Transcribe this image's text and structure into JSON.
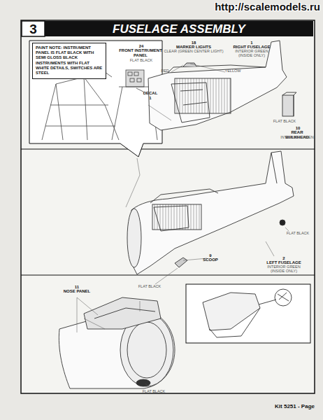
{
  "diagram": {
    "title": "FUSELAGE ASSEMBLY",
    "nodes": [
      {
        "text": [
          "PAINT NOTE: INSTRUMENT PANEL IS FLAT BLACK WITH SEMI GLOSS BLACK INSTRUMENTS WITH FLAT WHITE DETAILS, SWITCHES ARE STEEL"
        ]
      }
    ],
    "labels": [
      "http://scalemodels.ru",
      "3",
      "24",
      "FRONT INSTRUMENT PANEL",
      "FLAT BLACK",
      "DECAL 1",
      "18",
      "MARKER LIGHTS",
      "CLEAR (GREEN CENTER LIGHT)",
      "1",
      "RIGHT FUSELAGE",
      "INTERIOR GREEN (INSIDE ONLY)",
      "RED",
      "YELLOW",
      "FLAT BLACK",
      "10",
      "REAR BULKHEAD",
      "INTERIOR GREEN",
      "FLAT BLACK",
      "2",
      "LEFT FUSELAGE",
      "INTERIOR GREEN (INSIDE ONLY)",
      "9",
      "SCOOP",
      "FLAT BLACK",
      "11",
      "NOSE PANEL",
      "FLAT BLACK",
      "Kit 5251 - Page"
    ]
  }
}
